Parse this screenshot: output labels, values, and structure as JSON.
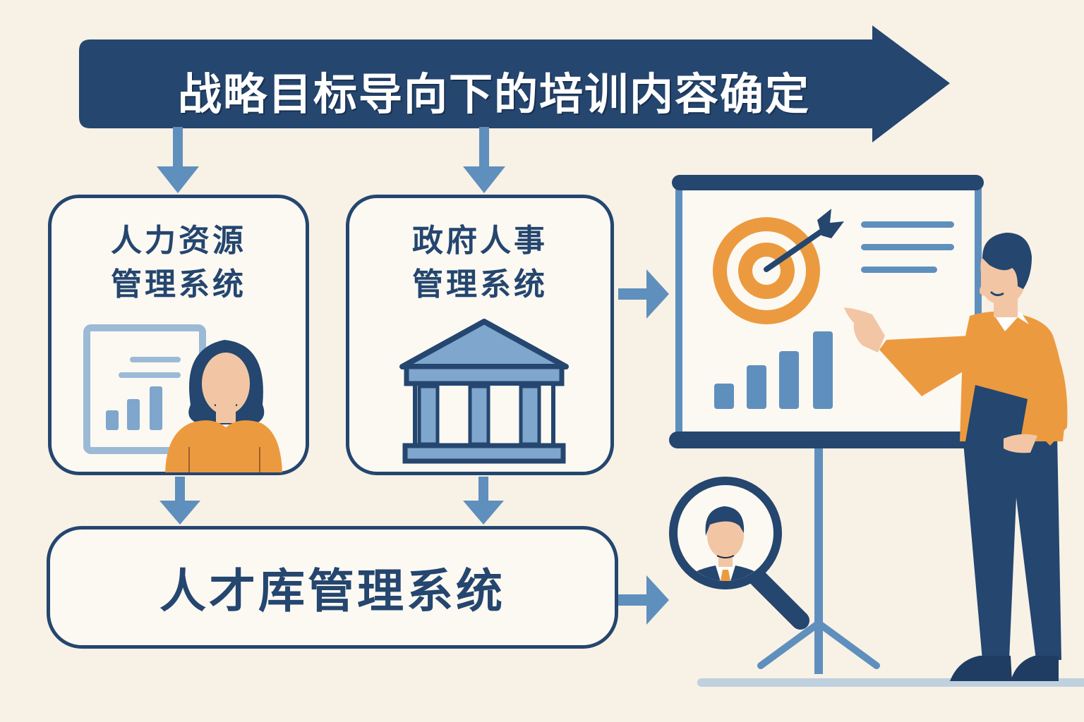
{
  "title": "战略目标导向下的培训内容确定",
  "boxes": {
    "hr_system": {
      "line1": "人力资源",
      "line2": "管理系统"
    },
    "gov_system": {
      "line1": "政府人事",
      "line2": "管理系统"
    },
    "talent_system": {
      "label": "人才库管理系统"
    }
  },
  "icons": {
    "hr": [
      "dashboard-chart-icon",
      "woman-avatar-icon"
    ],
    "gov": [
      "government-building-icon"
    ],
    "talent": [
      "magnifier-person-icon"
    ],
    "presentation": [
      "target-dart-icon",
      "bar-chart-icon",
      "presenter-man-icon"
    ]
  },
  "colors": {
    "background": "#f8f1e6",
    "navy": "#24466f",
    "steel_blue": "#5f8fbd",
    "light_blue": "#9cbad6",
    "orange": "#ec9a3f",
    "skin": "#f2c6a4",
    "panel": "#fcf9f2"
  },
  "flow": [
    {
      "from": "title",
      "to": "hr_system"
    },
    {
      "from": "title",
      "to": "gov_system"
    },
    {
      "from": "hr_system",
      "to": "talent_system"
    },
    {
      "from": "gov_system",
      "to": "talent_system"
    },
    {
      "from": "gov_system",
      "to": "presentation"
    },
    {
      "from": "talent_system",
      "to": "talent_search"
    }
  ]
}
